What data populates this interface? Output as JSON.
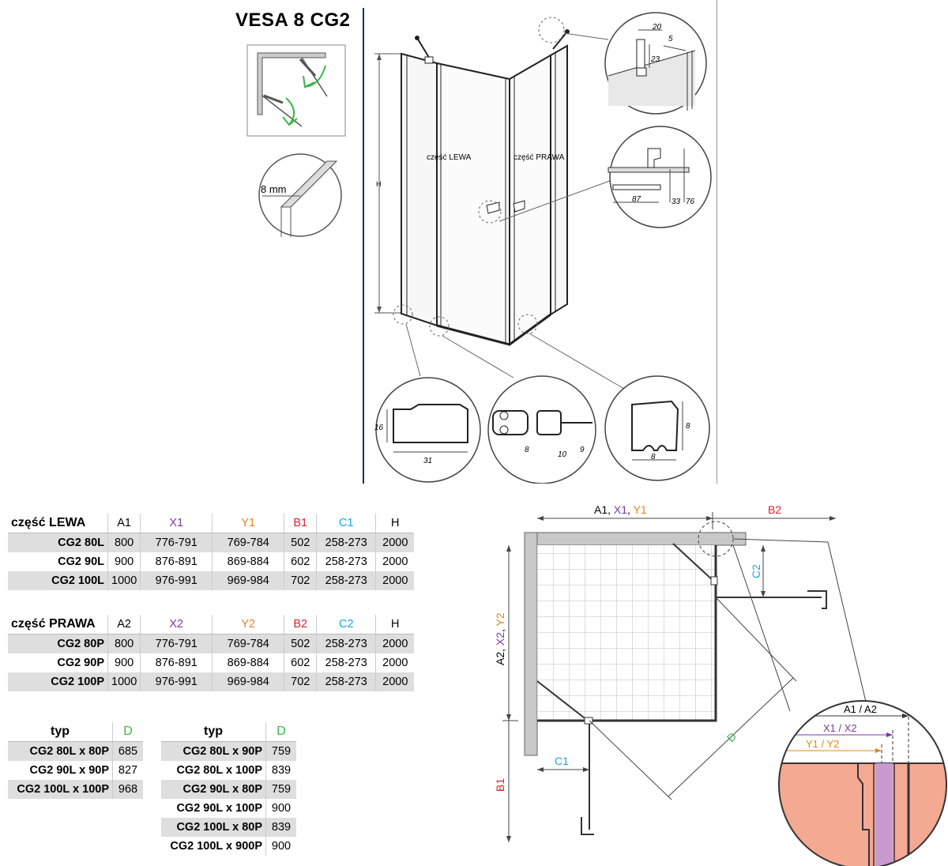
{
  "title": "VESA 8 CG2",
  "glass_thickness_label": "8 mm",
  "diagram_labels": {
    "left_part": "część LEWA",
    "right_part": "część PRAWA",
    "height": "H"
  },
  "detail_dims": {
    "top_a": "20",
    "top_b": "5",
    "top_c": "23",
    "mid_a": "87",
    "mid_b": "33",
    "mid_c": "76",
    "bottom_left_h": "16",
    "bottom_left_w": "31",
    "bottom_center_a": "8",
    "bottom_center_b": "10",
    "bottom_center_c": "9",
    "bottom_right_h": "8",
    "bottom_right_w": "8"
  },
  "table_left": {
    "corner": "część LEWA",
    "headers": [
      "A1",
      "X1",
      "Y1",
      "B1",
      "C1",
      "H"
    ],
    "rows": [
      {
        "name": "CG2 80L",
        "values": [
          "800",
          "776-791",
          "769-784",
          "502",
          "258-273",
          "2000"
        ]
      },
      {
        "name": "CG2 90L",
        "values": [
          "900",
          "876-891",
          "869-884",
          "602",
          "258-273",
          "2000"
        ]
      },
      {
        "name": "CG2 100L",
        "values": [
          "1000",
          "976-991",
          "969-984",
          "702",
          "258-273",
          "2000"
        ]
      }
    ]
  },
  "table_right": {
    "corner": "część PRAWA",
    "headers": [
      "A2",
      "X2",
      "Y2",
      "B2",
      "C2",
      "H"
    ],
    "rows": [
      {
        "name": "CG2 80P",
        "values": [
          "800",
          "776-791",
          "769-784",
          "502",
          "258-273",
          "2000"
        ]
      },
      {
        "name": "CG2 90P",
        "values": [
          "900",
          "876-891",
          "869-884",
          "602",
          "258-273",
          "2000"
        ]
      },
      {
        "name": "CG2 100P",
        "values": [
          "1000",
          "976-991",
          "969-984",
          "702",
          "258-273",
          "2000"
        ]
      }
    ]
  },
  "table_d1": {
    "headers": [
      "typ",
      "D"
    ],
    "rows": [
      {
        "name": "CG2 80L x 80P",
        "d": "685"
      },
      {
        "name": "CG2 90L x 90P",
        "d": "827"
      },
      {
        "name": "CG2 100L x 100P",
        "d": "968"
      }
    ]
  },
  "table_d2": {
    "headers": [
      "typ",
      "D"
    ],
    "rows": [
      {
        "name": "CG2 80L x 90P",
        "d": "759"
      },
      {
        "name": "CG2 80L x 100P",
        "d": "839"
      },
      {
        "name": "CG2 90L x 80P",
        "d": "759"
      },
      {
        "name": "CG2 90L x 100P",
        "d": "900"
      },
      {
        "name": "CG2 100L x 80P",
        "d": "839"
      },
      {
        "name": "CG2 100L x 900P",
        "d": "900"
      }
    ]
  },
  "plan_labels": {
    "top_left_prefix": "A1, ",
    "top_left_x": "X1",
    "top_left_sep": ", ",
    "top_left_y": "Y1",
    "top_right": "B2",
    "left_prefix": "A2, ",
    "left_x": "X2",
    "left_sep": ", ",
    "left_y": "Y2",
    "left_bottom": "B1",
    "c1": "C1",
    "c2": "C2",
    "diag": "D",
    "zoom_a": "A1 / A2",
    "zoom_x": "X1 / X2",
    "zoom_y": "Y1 / Y2"
  },
  "colors": {
    "purple": "#7a3aa0",
    "orange": "#e0851f",
    "red": "#d9232d",
    "cyan": "#1aa5dc",
    "green": "#3bb54a",
    "divider": "#1b2f63",
    "zoom_fill": "#f4a993",
    "zoom_glass": "#c89ad0"
  },
  "icons": [
    "door-swing-icon",
    "glass-detail-icon",
    "hinge-icon",
    "handle-icon"
  ]
}
